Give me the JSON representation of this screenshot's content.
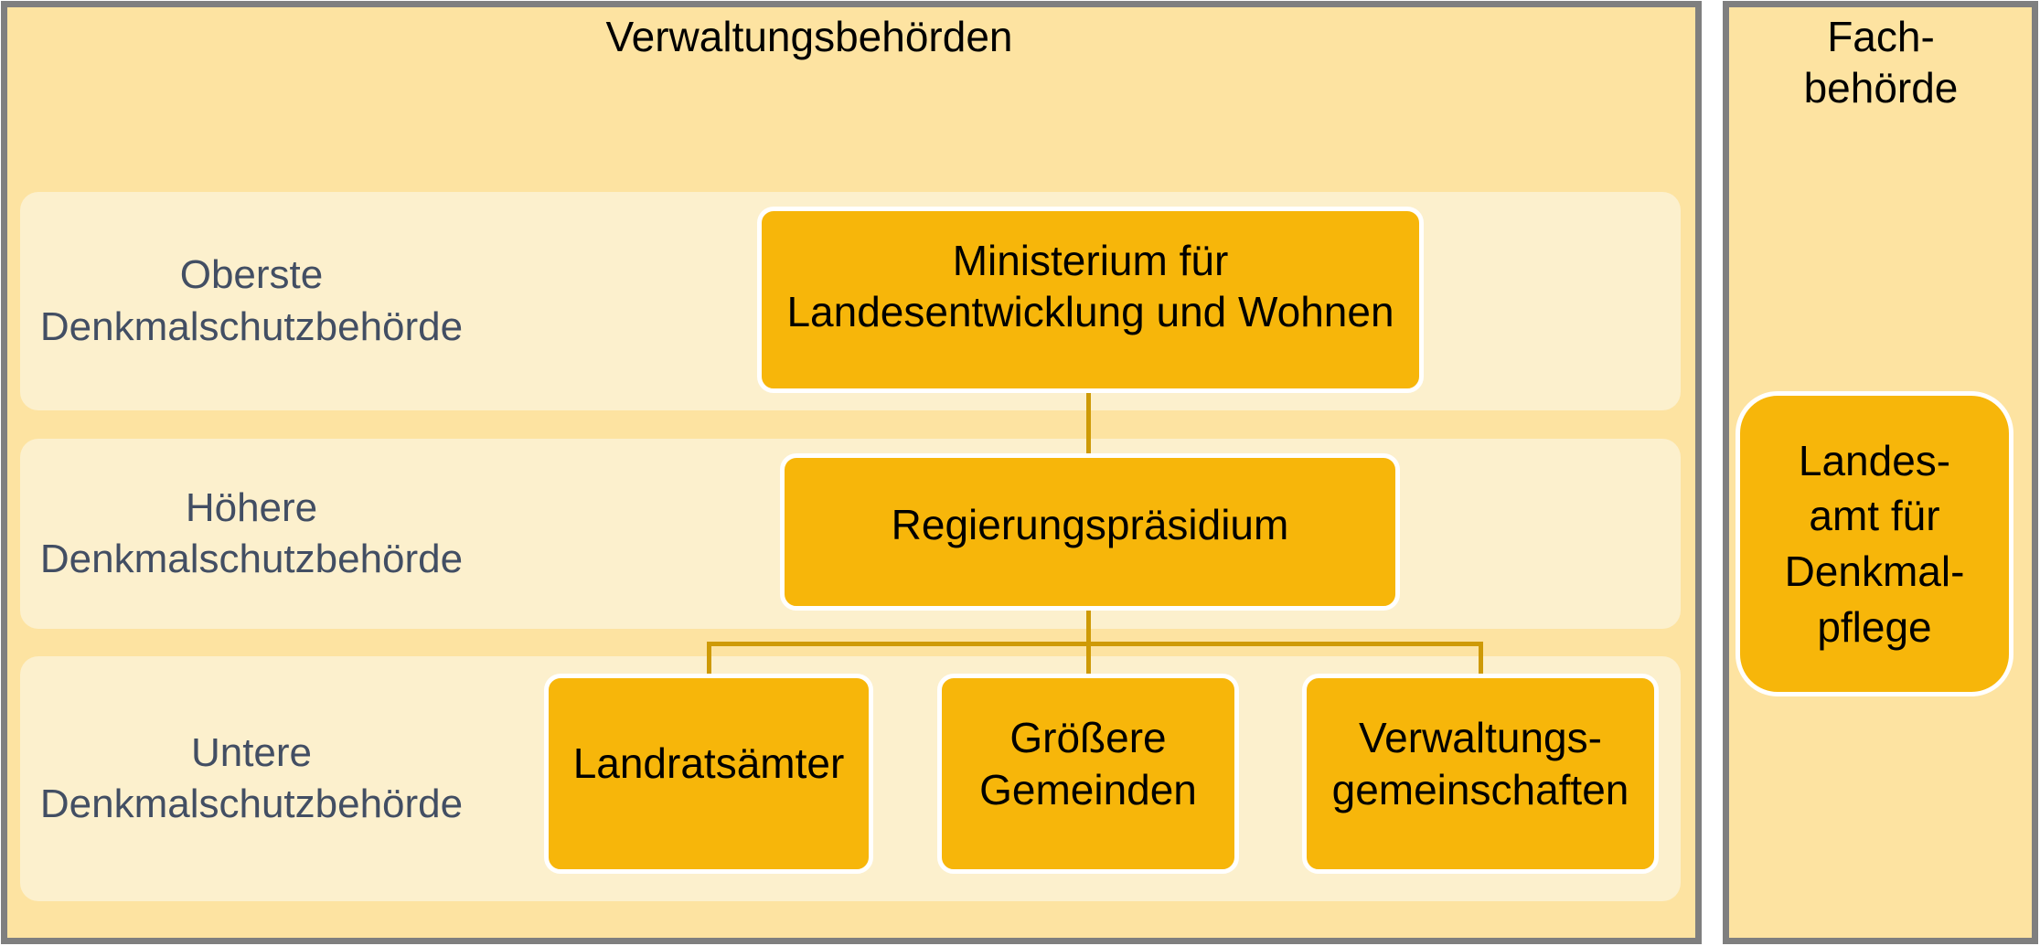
{
  "colors": {
    "frame_gray": "#7F7F7F",
    "panel_yellow": "#FDE3A1",
    "band_cream": "#FCF0CD",
    "node_orange": "#F7B60A",
    "node_border_white": "#FFFFFF",
    "connector_ochre": "#CE9A06",
    "level_label_slate": "#424E63",
    "node_text_black": "#000000"
  },
  "verwaltung_panel": {
    "title": "Verwaltungsbehörden",
    "levels": [
      {
        "label": "Oberste\nDenkmalschutzbehörde"
      },
      {
        "label": "Höhere\nDenkmalschutzbehörde"
      },
      {
        "label": "Untere\nDenkmalschutzbehörde"
      }
    ],
    "nodes": {
      "ministerium": "Ministerium für\nLandesentwicklung und Wohnen",
      "regierungspraesidium": "Regierungspräsidium",
      "landratsaemter": "Landratsämter",
      "groessere_gemeinden": "Größere\nGemeinden",
      "verwaltungsgemeinschaften": "Verwaltungs-\ngemeinschaften"
    }
  },
  "fach_panel": {
    "title": "Fach-\nbehörde",
    "node": "Landes-\namt für\nDenkmal-\npflege"
  }
}
